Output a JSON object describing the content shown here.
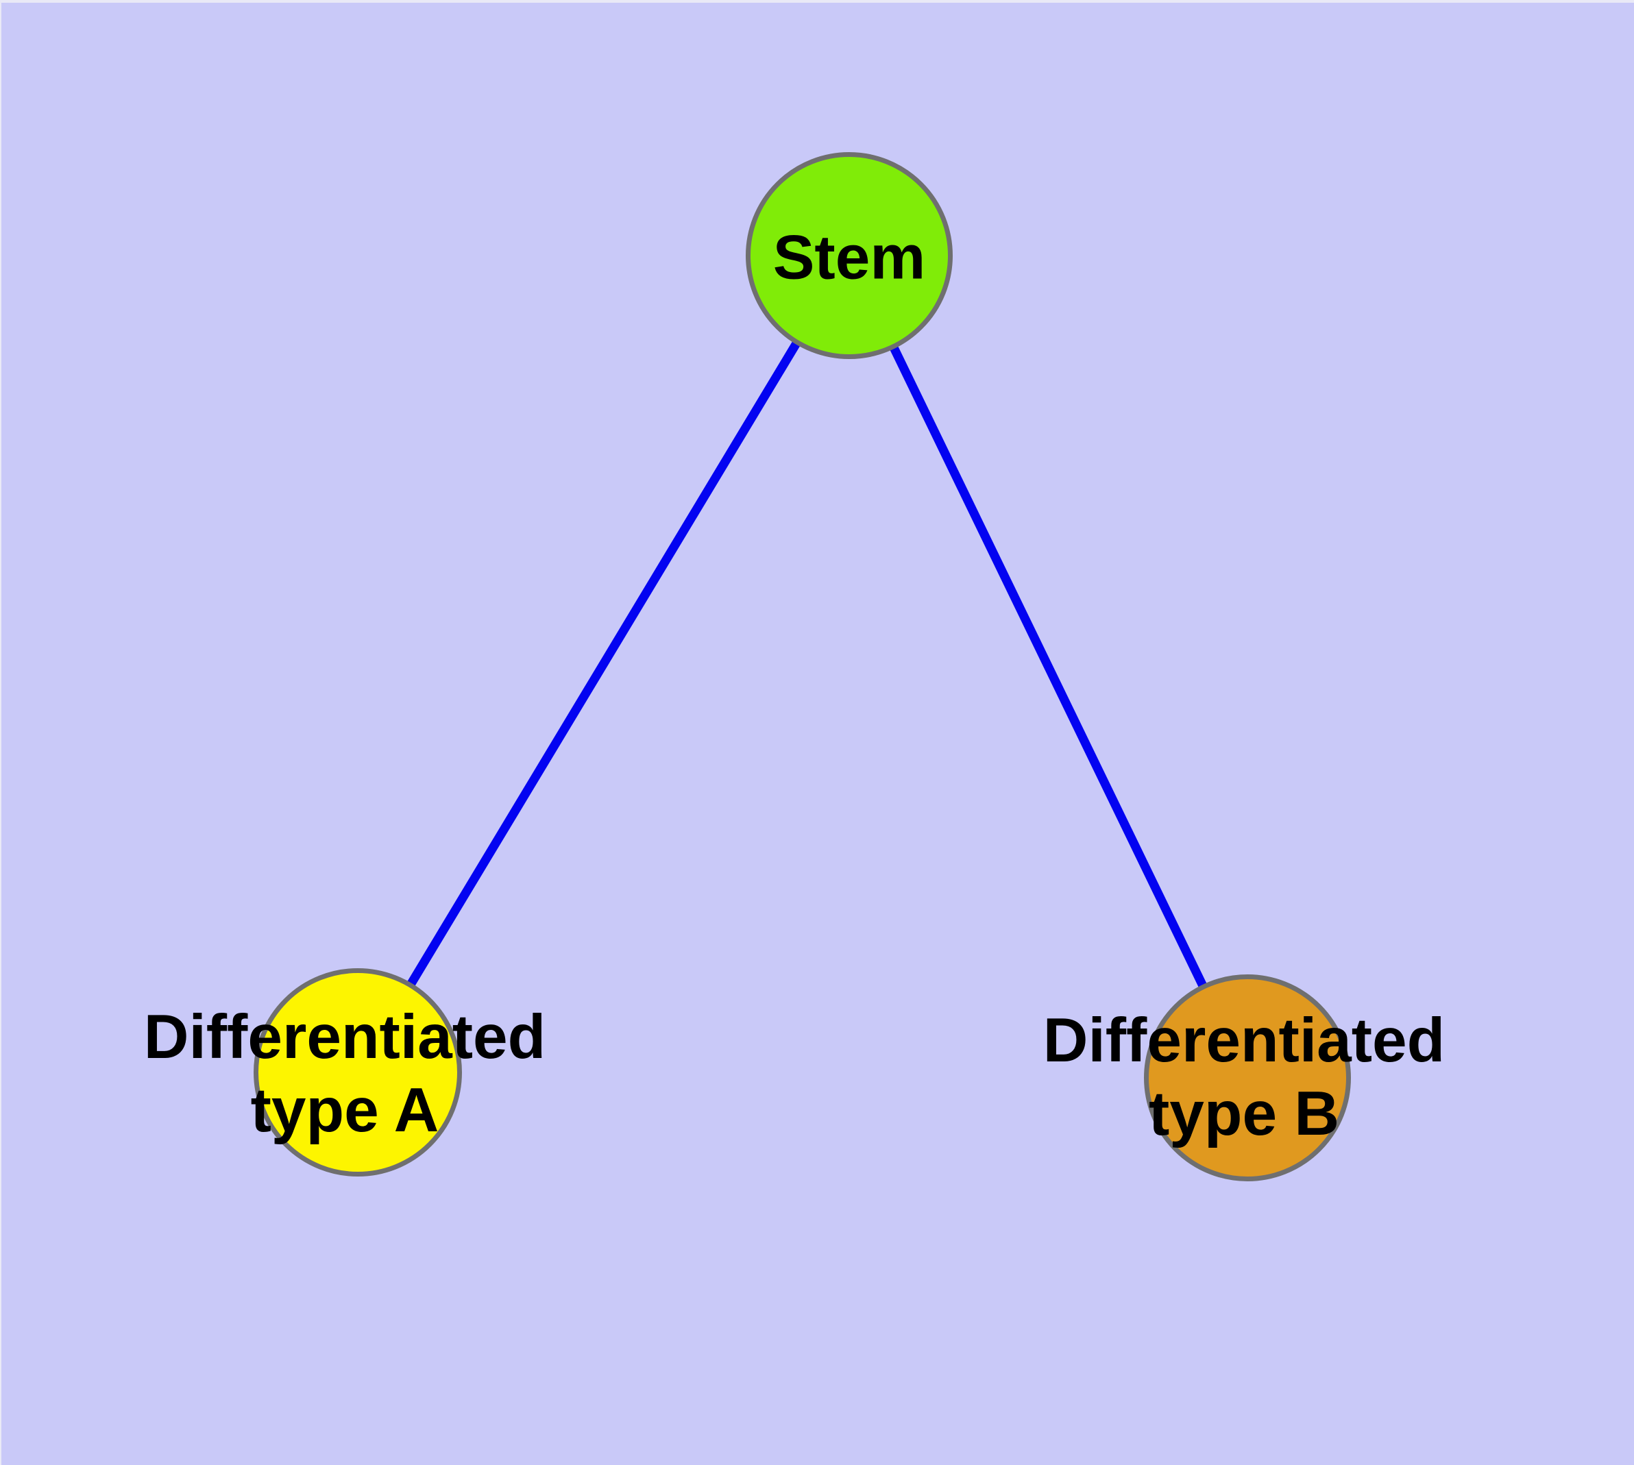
{
  "diagram": {
    "type": "graph",
    "background_color": "#C9C9F8",
    "edge_color": "#0303F1",
    "node_border_color": "#6F6F6F",
    "label_color": "#000000",
    "nodes": [
      {
        "id": "stem",
        "label_lines": [
          "Stem"
        ],
        "fill_color": "#80EC08"
      },
      {
        "id": "differentiated-type-a",
        "label_lines": [
          "Differentiated",
          "type A"
        ],
        "fill_color": "#FDF500"
      },
      {
        "id": "differentiated-type-b",
        "label_lines": [
          "Differentiated",
          "type B"
        ],
        "fill_color": "#E0991F"
      }
    ],
    "edges": [
      {
        "from": "stem",
        "to": "differentiated-type-a"
      },
      {
        "from": "stem",
        "to": "differentiated-type-b"
      }
    ]
  }
}
